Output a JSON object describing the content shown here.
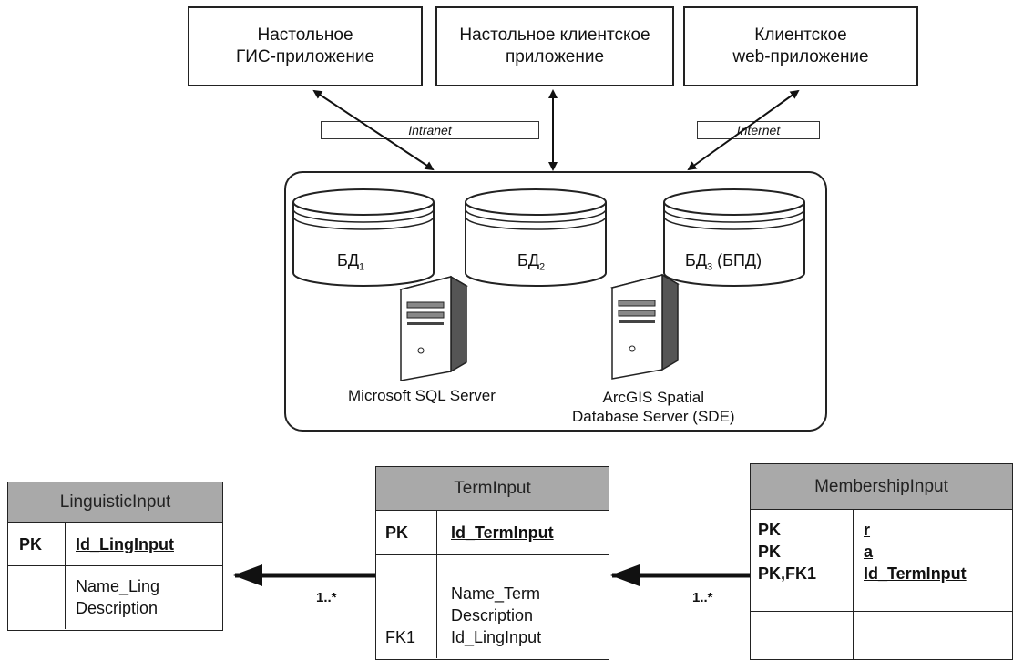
{
  "clients": {
    "desktop_gis": "Настольное\nГИС-приложение",
    "desktop_client": "Настольное клиентское\nприложение",
    "web_client": "Клиентское\nweb-приложение"
  },
  "networks": {
    "intranet": "Intranet",
    "internet": "Internet"
  },
  "databases": {
    "db1": "БД",
    "db1_sub": "1",
    "db2": "БД",
    "db2_sub": "2",
    "db3": "БД",
    "db3_sub": "3",
    "db3_suffix": " (БПД)"
  },
  "servers": {
    "mssql": "Microsoft SQL Server",
    "arcgis": "ArcGIS Spatial\nDatabase Server (SDE)"
  },
  "tables": {
    "linguistic": {
      "title": "LinguisticInput",
      "pk_key": "PK",
      "pk_field": "Id_LingInput",
      "fields": "Name_Ling\nDescription"
    },
    "term": {
      "title": "TermInput",
      "pk_key": "PK",
      "pk_field": "Id_TermInput",
      "fields": "Name_Term\nDescription\nId_LingInput",
      "fk_key": "FK1"
    },
    "membership": {
      "title": "MembershipInput",
      "pk_keys": "PK\nPK\nPK,FK1",
      "pk_field_1": "r",
      "pk_field_2": "a",
      "pk_field_3": "Id_TermInput"
    }
  },
  "multiplicities": {
    "term_to_ling": "1..*",
    "membership_to_term": "1..*"
  }
}
